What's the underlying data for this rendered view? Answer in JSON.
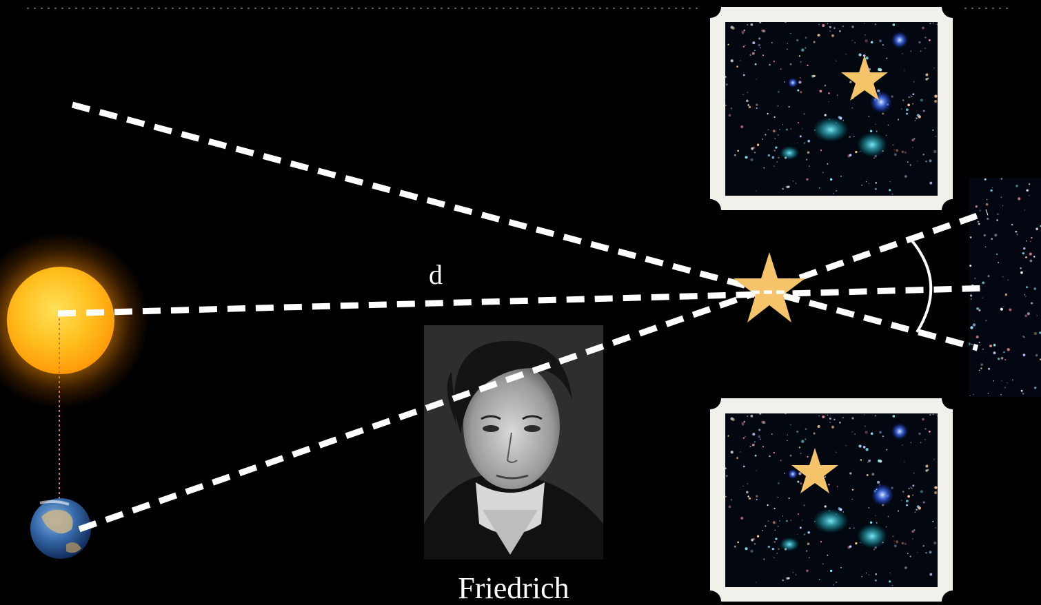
{
  "diagram": {
    "distance_label": "d",
    "caption": "Friedrich",
    "icons": {
      "sun": "sun-icon",
      "earth": "earth-icon",
      "target_star": "star-icon",
      "portrait": "portrait-photo",
      "star_field": "star-field-photo"
    },
    "colors": {
      "background": "#000000",
      "sight_lines": "#ffffff",
      "star": "#f5c46a",
      "sun_core": "#ffb41c",
      "earth_orbit_line": "#c87a3a",
      "photo_frame": "#f2f0ea"
    }
  }
}
